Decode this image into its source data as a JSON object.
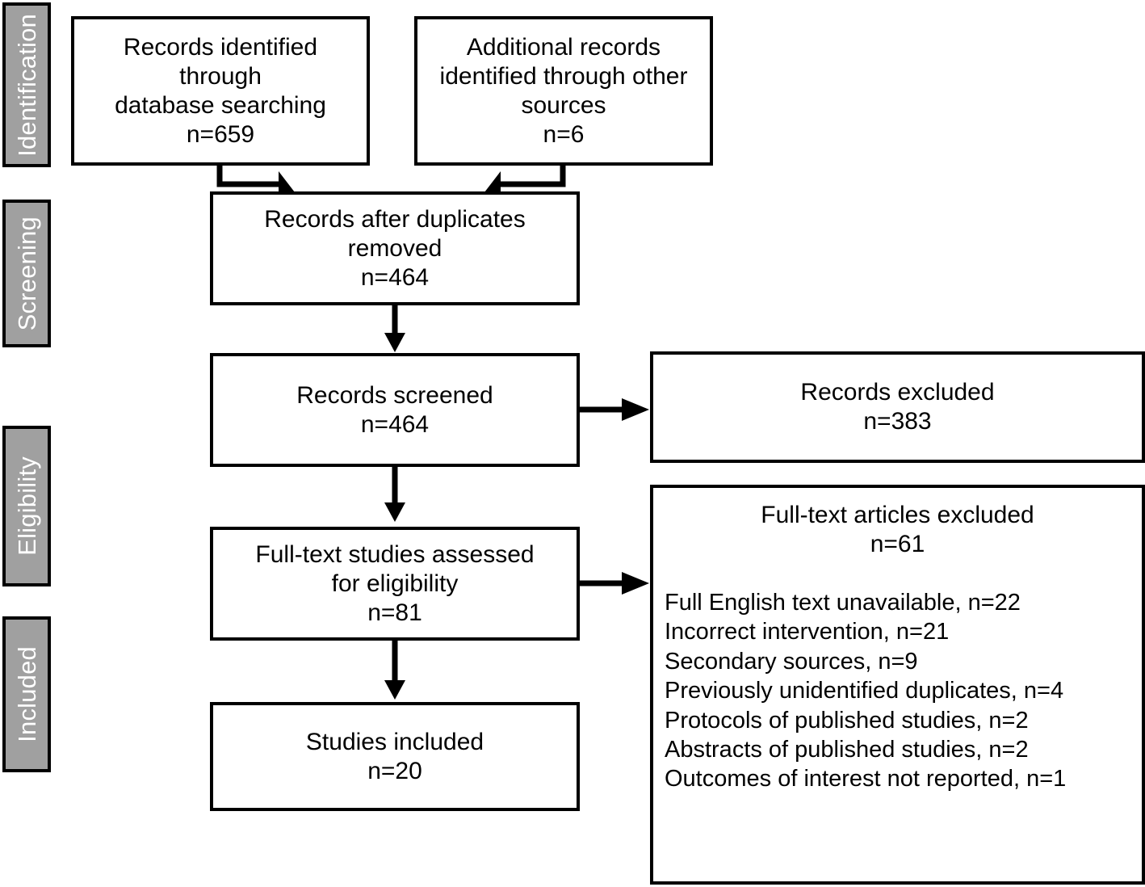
{
  "figure": {
    "type": "prisma-flow-diagram"
  },
  "phases": [
    {
      "label": "Identification"
    },
    {
      "label": "Screening"
    },
    {
      "label": "Eligibility"
    },
    {
      "label": "Included"
    }
  ],
  "nodes": {
    "identified_database": {
      "lines": [
        "Records identified",
        "through",
        "database searching",
        "n=659"
      ]
    },
    "identified_other": {
      "lines": [
        "Additional records",
        "identified through other",
        "sources",
        "n=6"
      ]
    },
    "duplicates_removed": {
      "lines": [
        "Records after duplicates",
        "removed",
        "n=464"
      ]
    },
    "records_screened": {
      "lines": [
        "Records screened",
        "n=464"
      ]
    },
    "records_excluded": {
      "lines": [
        "Records excluded",
        "n=383"
      ]
    },
    "fulltext_assessed": {
      "lines": [
        "Full-text studies assessed",
        "for eligibility",
        "n=81"
      ]
    },
    "fulltext_excluded": {
      "heading": [
        "Full-text articles excluded",
        "n=61"
      ],
      "reasons": [
        "Full English text unavailable, n=22",
        "Incorrect intervention, n=21",
        "Secondary sources, n=9",
        "Previously unidentified duplicates, n=4",
        "Protocols of published studies, n=2",
        "Abstracts of published studies, n=2",
        "Outcomes of interest not reported, n=1"
      ]
    },
    "studies_included": {
      "lines": [
        "Studies included",
        "n=20"
      ]
    }
  },
  "colors": {
    "phase_fill": "#a0a0a0",
    "phase_text": "#ffffff",
    "stroke": "#000000",
    "node_fill": "#ffffff",
    "node_text": "#000000"
  }
}
